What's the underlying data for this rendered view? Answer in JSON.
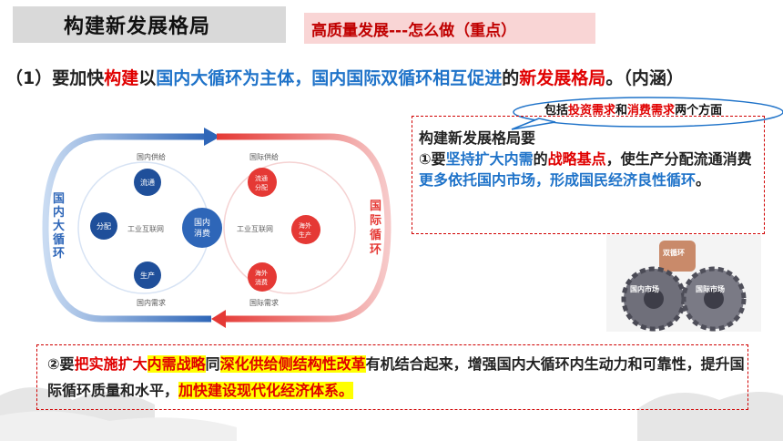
{
  "title": "构建新发展格局",
  "subtitle": "高质量发展---怎么做（重点）",
  "heading": {
    "p1": "（1）要加快",
    "p2": "构建",
    "p3": "以",
    "p4": "国内大循环为主体，国内国际双循环相互促进",
    "p5": "的",
    "p6": "新发展格局",
    "p7": "。（内涵）"
  },
  "diagram": {
    "left_supply": "国内供给",
    "left_demand": "国内需求",
    "right_supply": "国际供给",
    "right_demand": "国际需求",
    "left_side_label": "国内大循环",
    "right_side_label": "国际循环",
    "flow": "流通",
    "distribution": "分配",
    "production": "生产",
    "industrial_internet_left": "工业互联网",
    "industrial_internet_right": "工业互联网",
    "center_l1": "国内",
    "center_l2": "消费",
    "flow_dist_l1": "流通",
    "flow_dist_l2": "分配",
    "overseas_prod_l1": "海外",
    "overseas_prod_l2": "生产",
    "overseas_cons_l1": "海外",
    "overseas_cons_l2": "消费"
  },
  "callout": {
    "p1": "包括",
    "p2": "投资需求",
    "p3": "和",
    "p4": "消费需求",
    "p5": "两个方面"
  },
  "box1": {
    "line1": "构建新发展格局要",
    "p1": "①要",
    "p2": "坚持扩大内需",
    "p3": "的",
    "p4": "战略基点",
    "p5": "，使生产分配流通消费",
    "p6": "更多依托国内市场，形成国民经济良性循环",
    "p7": "。"
  },
  "gears": {
    "top": "双循环",
    "left": "国内市场",
    "right": "国际市场"
  },
  "box2": {
    "p1": "②要",
    "p2": "把实施扩大",
    "p3": "内需战略",
    "p4": "同",
    "p5": "深化供给侧结构性改革",
    "p6": "有机结合起来，增强国内大循环内生动力和可靠性，提升国际循环质量和水平，",
    "p7": "加快建设现代化经济体系。"
  },
  "colors": {
    "red": "#e00000",
    "blue": "#1f73c9",
    "highlight": "#ffff00"
  }
}
